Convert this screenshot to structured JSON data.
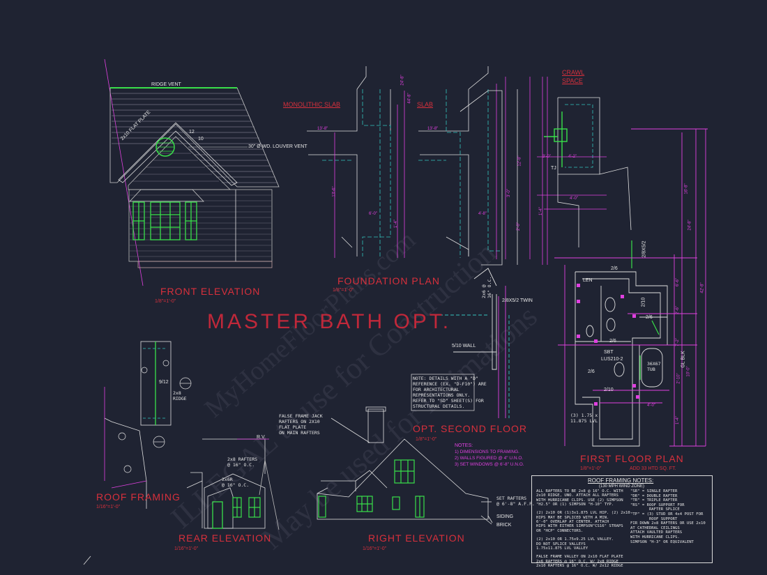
{
  "titles": {
    "front_elevation": "FRONT ELEVATION",
    "front_scale": "1/8\"=1'-0\"",
    "foundation_plan": "FOUNDATION PLAN",
    "foundation_scale": "1/8\"=1'-0\"",
    "master_bath": "MASTER BATH OPT.",
    "roof_framing": "ROOF FRAMING",
    "roof_scale": "1/16\"=1'-0\"",
    "rear_elevation": "REAR ELEVATION",
    "rear_scale": "1/16\"=1'-0\"",
    "right_elevation": "RIGHT ELEVATION",
    "right_scale": "1/16\"=1'-0\"",
    "opt_second_floor": "OPT. SECOND FLOOR",
    "opt_scale": "1/8\"=1'-0\"",
    "first_floor_plan": "FIRST FLOOR PLAN",
    "first_floor_sub": "ADD 33 HTD SQ. FT.",
    "first_floor_scale": "1/8\"=1'-0\""
  },
  "labels": {
    "ridge_vent": "RIDGE VENT",
    "flat_plate": "2x10 FLAT PLATE",
    "louver_vent": "30\" Ø WD. LOUVER VENT",
    "monolithic_slab": "MONOLITHIC SLAB",
    "slab": "SLAB",
    "crawl_space": "CRAWL\nSPACE",
    "wall_510": "5/10 WALL",
    "twin": "2/8X5/2 TWIN",
    "rafters_2x6_16": "2x6 @\n16\" O.C.",
    "sbt": "SBT",
    "lus": "LUS210-2",
    "lvl": "(3) 1.75 x\n11.875 LVL",
    "tub": "36X67\nTUB",
    "rv": "R.V.",
    "rafters_2x8": "2x8 RAFTERS\n@ 16\" O.C.",
    "rafters_2x6r": "2x6R\n@ 16\" O.C.",
    "false_frame_jack": "FALSE FRAME JACK\nRAFTERS ON 2X10\nFLAT PLATE\nON MAIN RAFTERS",
    "set_rafters": "SET RAFTERS\n@ 6'-8\" A.F.F.",
    "siding": "SIDING",
    "brick": "BRICK",
    "ridge_2x8": "2x8\nRIDGE",
    "pitch_912": "9/12",
    "pitch_12": "12",
    "pitch_10": "10",
    "gl_blk": "GL BLK",
    "d_ref_note": "NOTE: DETAILS WITH A \"D\"\nREFERENCE (EX. \"D-F10\") ARE\nFOR ARCHITECTURAL\nREPRESENTATIONS ONLY.\nREFER TO \"SD\" SHEET(S) FOR\nSTRUCTURAL DETAILS."
  },
  "dims": {
    "found": [
      "13'-8\"",
      "13'-8\"",
      "24'-8\"",
      "44'-8\"",
      "12'-8\"",
      "2'-0\"",
      "6'-0\"",
      "13'-6\"",
      "1'-4\"",
      "4'-8\"",
      "3'-0\""
    ],
    "first_floor": [
      "16'-8\"",
      "24'-8\"",
      "42'-8\"",
      "6'-6\"",
      "1'-4\"",
      "10'-0\"",
      "7'-2\"",
      "4'-0\"",
      "2'-10\"",
      "2'-6\""
    ],
    "crawl": [
      "3'-0\"",
      "4'-2\"",
      "4'-0\"",
      "1'-4\""
    ],
    "rooms": [
      "2/6",
      "2/8X5/2",
      "LEN",
      "2/6",
      "2/10",
      "2/6",
      "2/6",
      "2/10"
    ]
  },
  "opt_notes": {
    "heading": "NOTES:",
    "lines": [
      "1) DIMENSIONS TO FRAMING.",
      "2) WALLS FIGURED @ 4\" U.N.O.",
      "3) SET WINDOWS @ 6'-8\" U.N.O."
    ]
  },
  "roof_notes": {
    "heading": "ROOF FRAMING NOTES:",
    "subheading": "(130 MPH WIND ZONE)",
    "left": "ALL RAFTERS TO BE 2x8 @ 16\" O.C. WITH\n2x10 RIDGE, UNO. ATTACH ALL RAFTERS\nWITH HURRICANE CLIPS. USE (2) SIMPSON\n\"H2.5\" OR (1) SIMPSON \"H-10\" TYP.\n\n(2) 2x10 OR (1)3x1.875 LVL HIP. (2) 2x10\nHIPS MAY BE SPLICED WITH A MIN.\n6'-0\" OVERLAP AT CENTER. ATTACH\nHIPS WITH EITHER SIMPSON\"CS16\" STRAPS\nOR \"HCP\" CONNECTORS.\n\n(2) 2x10 OR 1.75x9.25 LVL VALLEY.\nDO NOT SPLICE VALLEYS\n1.75x11.875 LVL VALLEY\n\nFALSE FRAME VALLEY ON 2x10 FLAT PLATE\n2x6 RAFTERS @ 16\" O.C. W/ 2x8 RIDGE\n2x10 RAFTERS @ 16\" O.C. W/ 2x12 RIDGE",
    "right": "\"SR\" = SINGLE RAFTER\n\"DR\" = DOUBLE RAFTER\n\"TR\" = TRIPLE RAFTER\n\"RS\" = ROOF SUPPORT FOR\n        RAFTER SPLICE\n\"TP\" = (3) STUD OR 4x4 POST FOR\n        ROOF SUPPORT\nFIR DOWN 2x8 RAFTERS OR USE 2x10\nAT CATHEDRAL CEILINGS\nATTACH VAULTED RAFTERS\nWITH HURRICANE CLIPS.\nSIMPSON \"H-3\" OR EQUIVALENT"
  },
  "watermark": [
    "MyHomeFloorPlans.com",
    "ILLEGAL to use for Construction",
    "May be used for Estimations"
  ],
  "colors": {
    "background": "#1f2332",
    "title_red": "#d8303c",
    "magenta": "#e040e0",
    "line_white": "#e0e0e0",
    "green": "#39e04a",
    "cyan": "#34c6c0"
  }
}
